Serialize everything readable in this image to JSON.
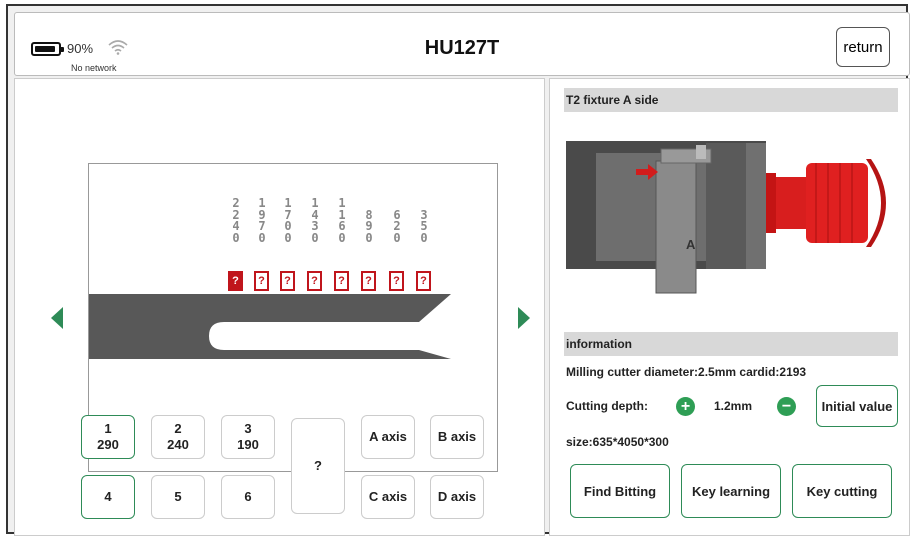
{
  "status": {
    "battery": "90%",
    "network": "No network"
  },
  "header": {
    "title": "HU127T",
    "return_label": "return"
  },
  "key": {
    "depth_columns": [
      [
        "2",
        "2",
        "4",
        "0"
      ],
      [
        "1",
        "9",
        "7",
        "0"
      ],
      [
        "1",
        "7",
        "0",
        "0"
      ],
      [
        "1",
        "4",
        "3",
        "0"
      ],
      [
        "1",
        "1",
        "6",
        "0"
      ],
      [
        "8",
        "9",
        "0"
      ],
      [
        "6",
        "2",
        "0"
      ],
      [
        "3",
        "5",
        "0"
      ]
    ],
    "unknown_label": "?"
  },
  "positions": [
    {
      "n": "1",
      "v": "290"
    },
    {
      "n": "2",
      "v": "240"
    },
    {
      "n": "3",
      "v": "190"
    },
    {
      "n": "4"
    },
    {
      "n": "5"
    },
    {
      "n": "6"
    }
  ],
  "buttons": {
    "question": "?",
    "a_axis": "A axis",
    "b_axis": "B axis",
    "c_axis": "C axis",
    "d_axis": "D axis"
  },
  "fixture": {
    "title": "T2 fixture A side",
    "label": "A"
  },
  "info": {
    "title": "information",
    "cutter": "Milling cutter diameter:2.5mm",
    "cardid": "cardid:2193",
    "depth_label": "Cutting depth:",
    "depth_value": "1.2mm",
    "initial": "Initial value",
    "size": "size:635*4050*300",
    "plus": "+",
    "minus": "−"
  },
  "actions": {
    "find_bitting": "Find Bitting",
    "key_learning": "Key learning",
    "key_cutting": "Key cutting"
  },
  "colors": {
    "accent": "#2e8b57",
    "marker": "#c0151c"
  }
}
